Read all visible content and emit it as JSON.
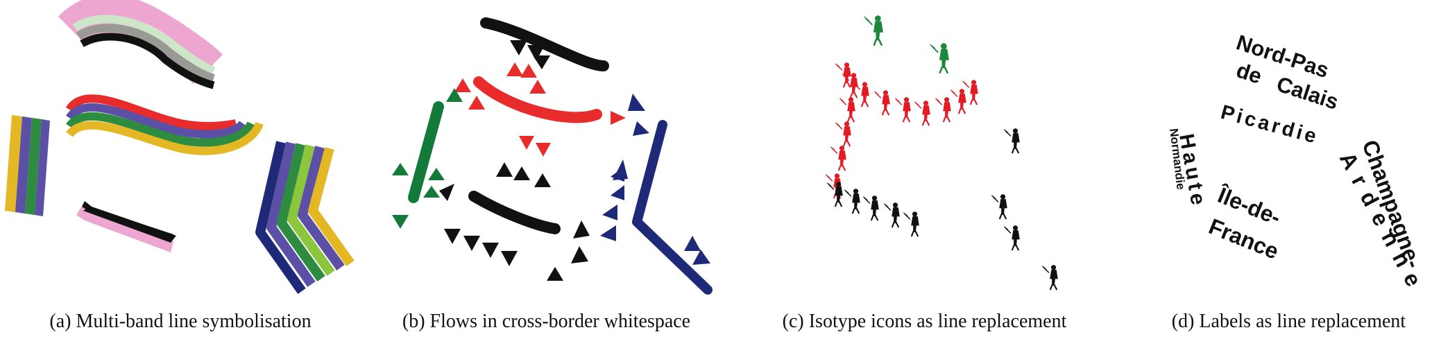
{
  "panels": [
    {
      "id": "a",
      "caption": "(a)  Multi-band line symbolisation"
    },
    {
      "id": "b",
      "caption": "(b)  Flows in cross-border whitespace"
    },
    {
      "id": "c",
      "caption": "(c)  Isotype icons as line replacement"
    },
    {
      "id": "d",
      "caption": "(d)  Labels as line replacement"
    }
  ],
  "labels": {
    "nord_pas": "Nord-Pas",
    "de": "de",
    "calais": "Calais",
    "picardie": "Picardie",
    "haute": "Haute",
    "normandie": "Normandie",
    "ile_de": "Île-de-",
    "france": "France",
    "champagne": "Champagne-",
    "ardenne": "Ardenne"
  },
  "colors": {
    "black": "#111111",
    "pink": "#eda6cf",
    "light_green": "#cde6c9",
    "gray": "#9a9a94",
    "red": "#e82b2b",
    "purple": "#5b4fa6",
    "yellow": "#e4b725",
    "green": "#2d8c3f",
    "lime": "#8cc63f",
    "navy": "#1e2a78",
    "flow_green": "#137a3a",
    "isotype_red": "#e31b23",
    "isotype_green": "#1a8a3a"
  }
}
